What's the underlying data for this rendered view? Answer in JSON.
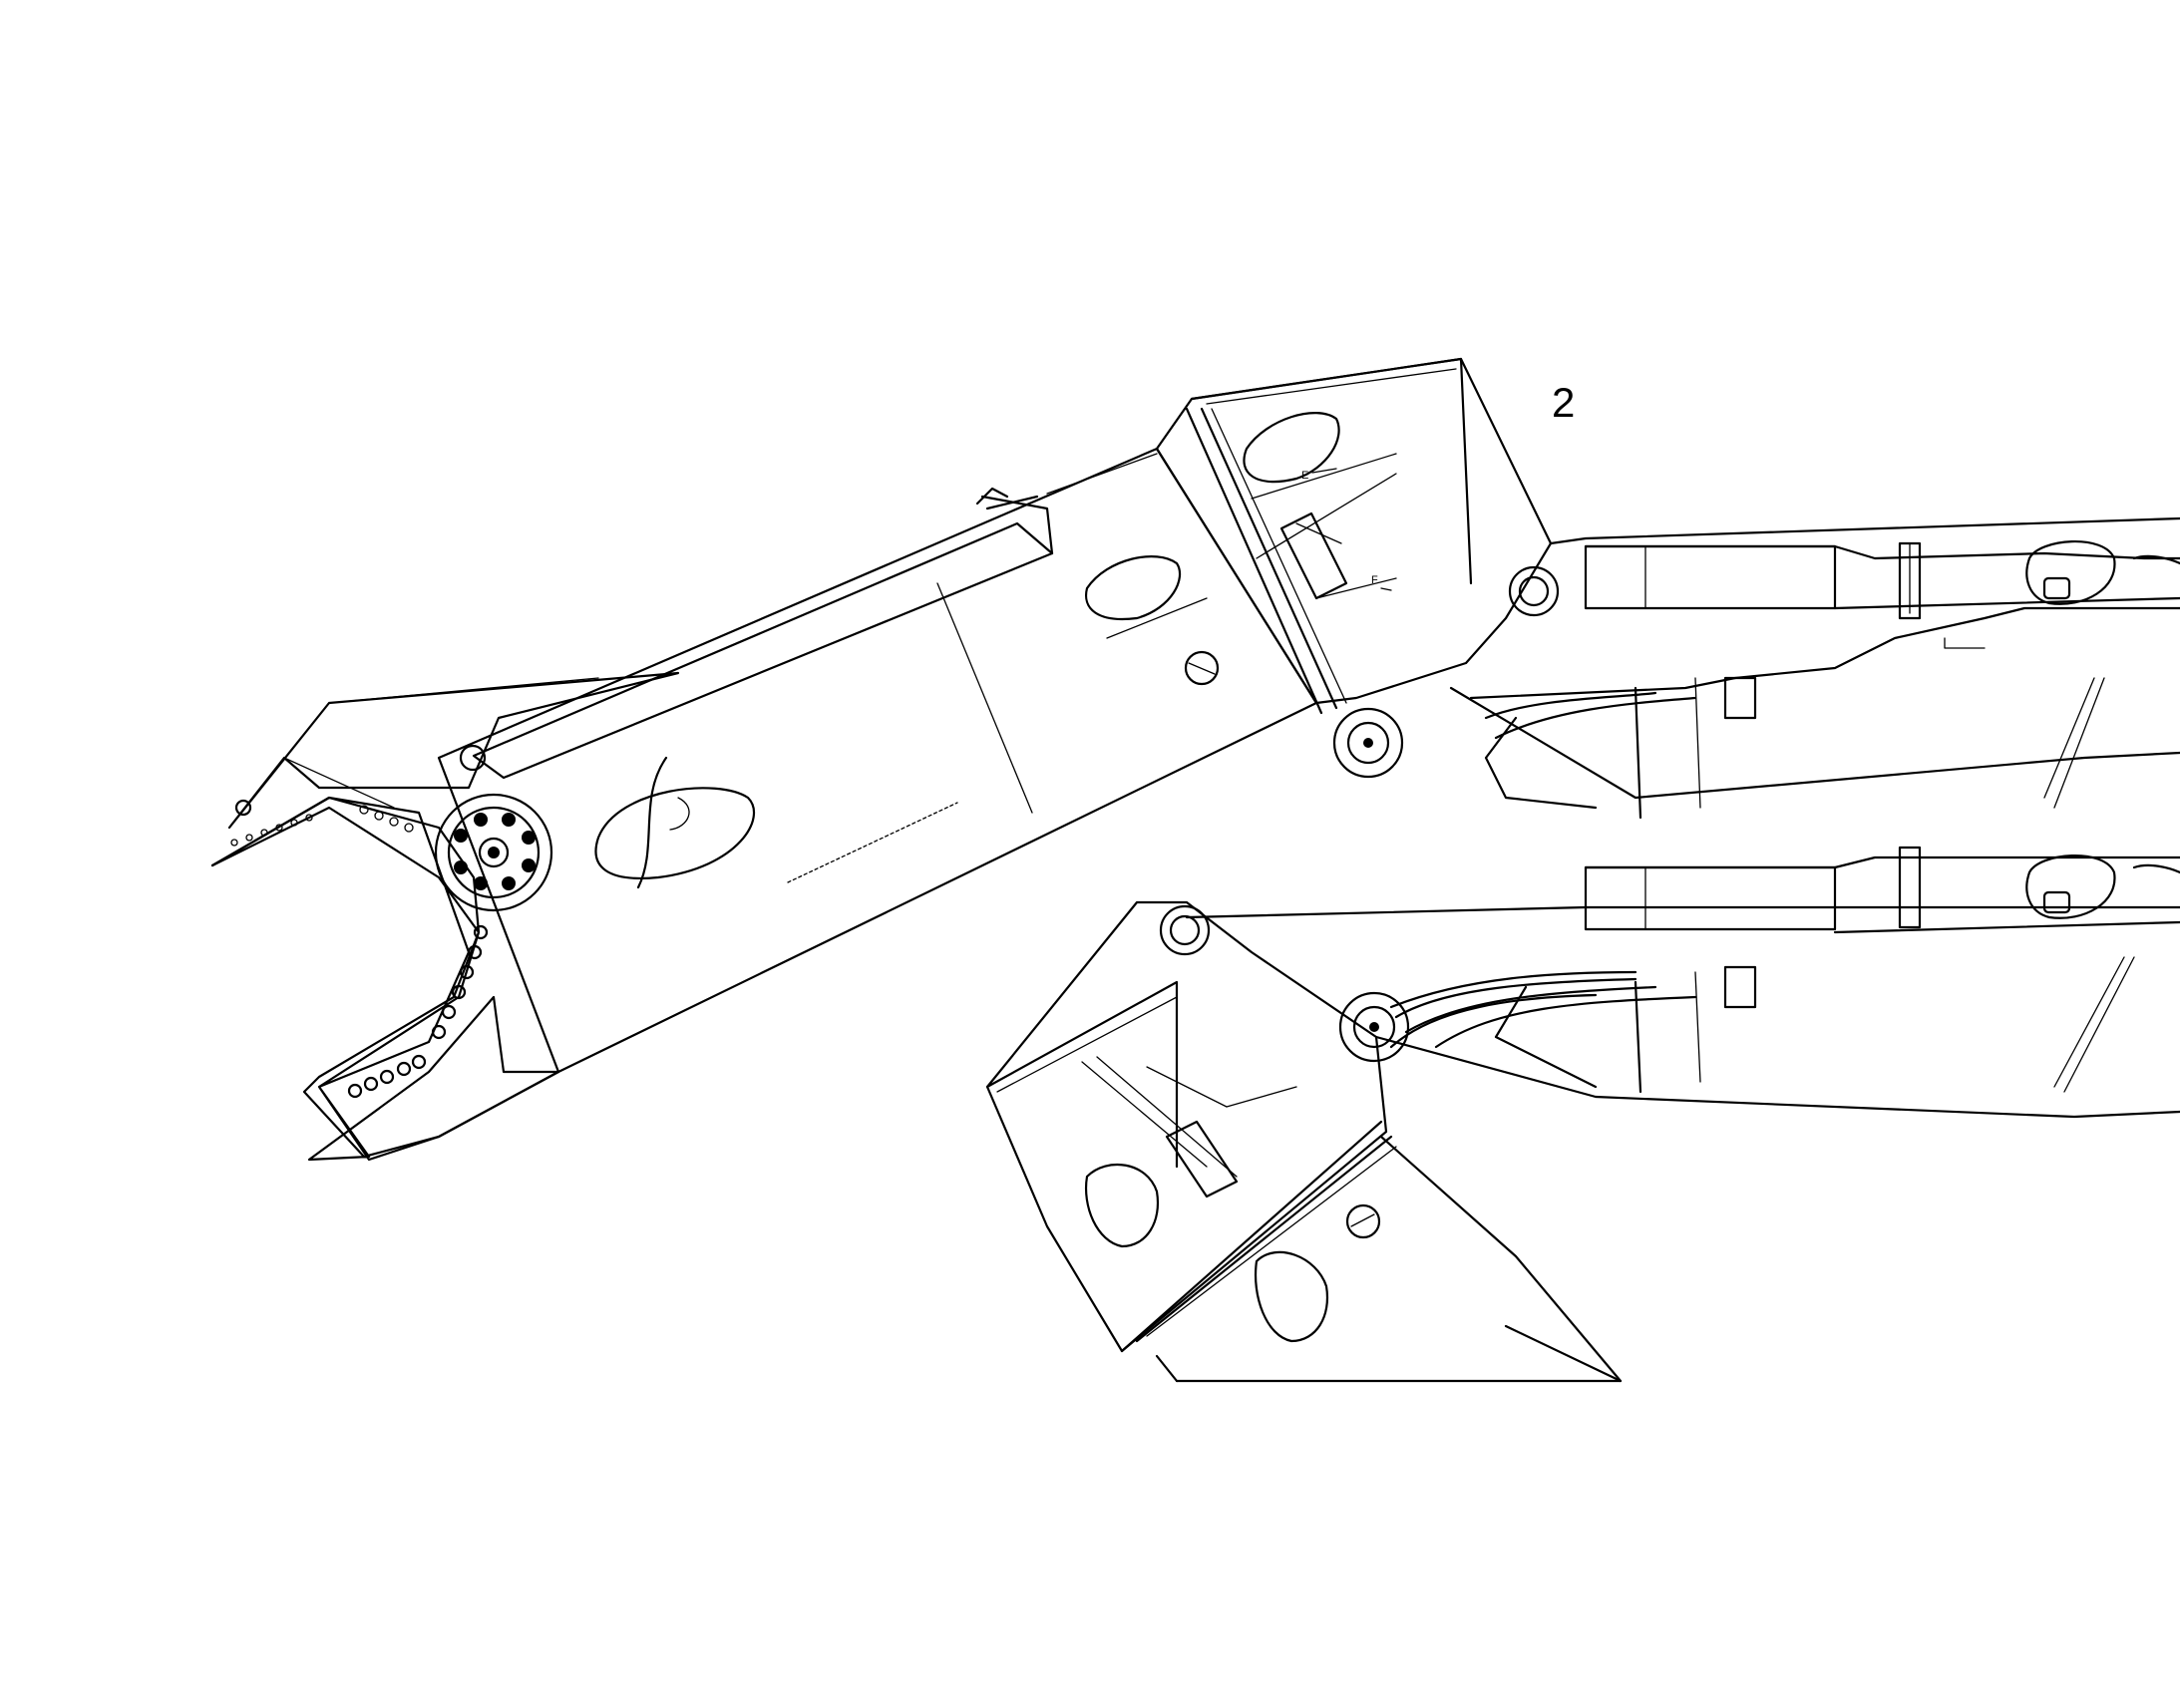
{
  "callout_number": "2",
  "view_labels": {
    "upper_marker_e": "E",
    "upper_marker_f": "F"
  },
  "colors": {
    "line": "#000000",
    "background": "#ffffff"
  }
}
